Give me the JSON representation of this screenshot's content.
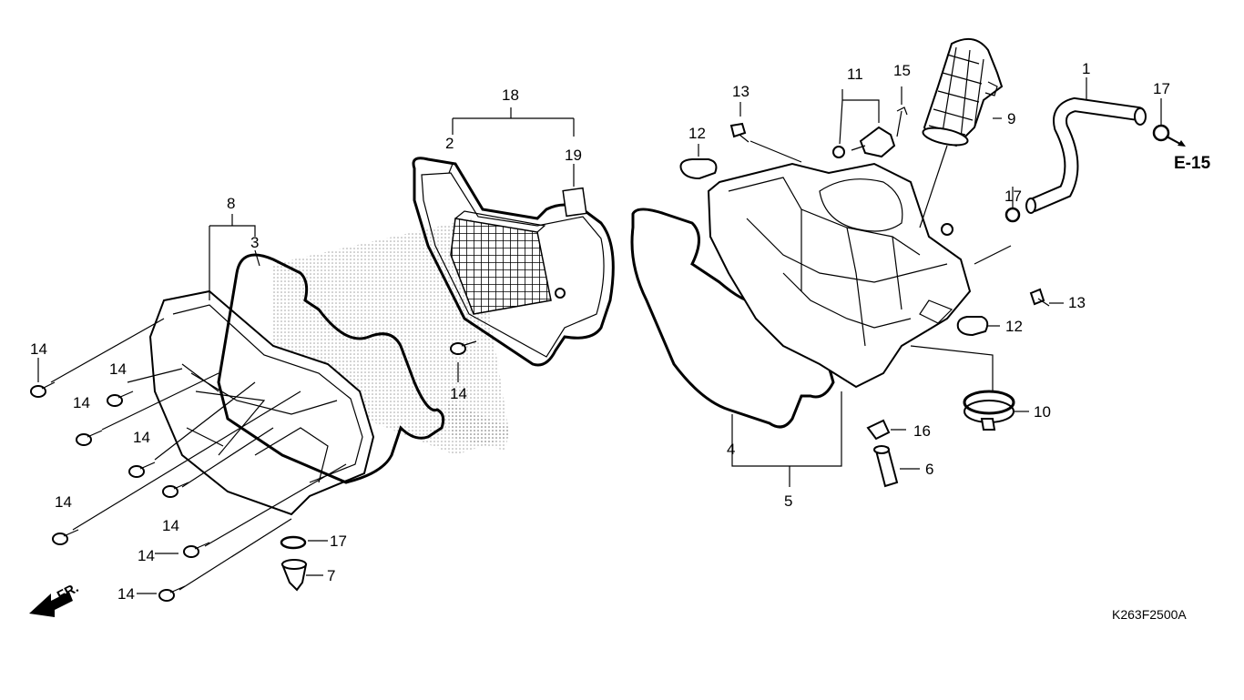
{
  "diagram": {
    "callouts": {
      "c1": "1",
      "c2": "2",
      "c3": "3",
      "c4": "4",
      "c5": "5",
      "c6": "6",
      "c7": "7",
      "c8": "8",
      "c9": "9",
      "c10": "10",
      "c11": "11",
      "c12": "12",
      "c13": "13",
      "c14": "14",
      "c15": "15",
      "c16": "16",
      "c17": "17",
      "c18": "18",
      "c19": "19"
    },
    "reference_section": "E-15",
    "front_indicator": "FR.",
    "figure_code": "K263F2500A"
  }
}
